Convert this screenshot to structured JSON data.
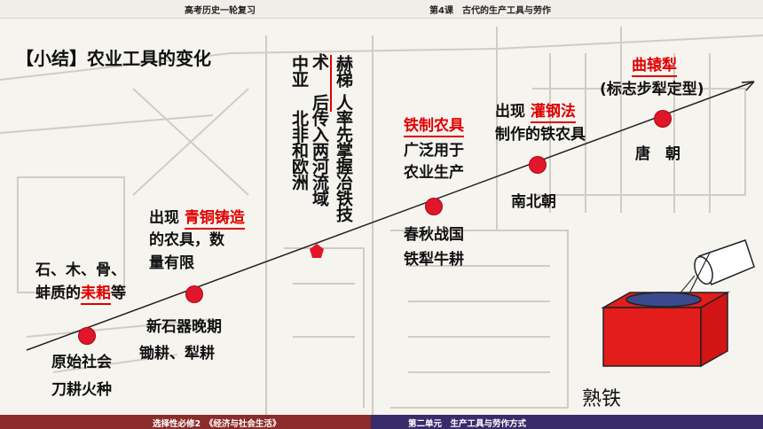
{
  "header": {
    "left": "高考历史一轮复习",
    "right": "第4课　古代的生产工具与劳作"
  },
  "footer": {
    "left": "选择性必修2　《经济与社会生活》",
    "right": "第二单元　生产工具与劳作方式"
  },
  "title": "【小结】农业工具的变化",
  "stages": {
    "s1": {
      "pre": "石、木、骨、",
      "line2_pre": "蚌质的",
      "key": "耒耜",
      "post": "等",
      "period": "原始社会",
      "method": "刀耕火种"
    },
    "s2": {
      "pre": "出现",
      "key": "青铜铸造",
      "line2": "的农具，数",
      "line3": "量有限",
      "period": "新石器晚期",
      "method": "锄耕、犁耕"
    },
    "s3": {
      "col1": "中亚",
      "col1b": "北非和欧洲",
      "col2a": "术",
      "col2b": "后传入两河流域",
      "key": "赫梯",
      "col3": "人率先掌握冶铁技"
    },
    "s4": {
      "key": "铁制农具",
      "line2": "广泛用于",
      "line3": "农业生产",
      "period": "春秋战国",
      "method": "铁犁牛耕"
    },
    "s5": {
      "pre": "出现",
      "key": "灌钢法",
      "line2": "制作的铁农具",
      "period": "南北朝"
    },
    "s6": {
      "key": "曲辕犁",
      "line2": "(标志步犁定型)",
      "period": "唐　朝"
    }
  },
  "illustration": {
    "label": "熟铁"
  },
  "colors": {
    "accent": "#e00000",
    "dot": "#e0162a"
  }
}
